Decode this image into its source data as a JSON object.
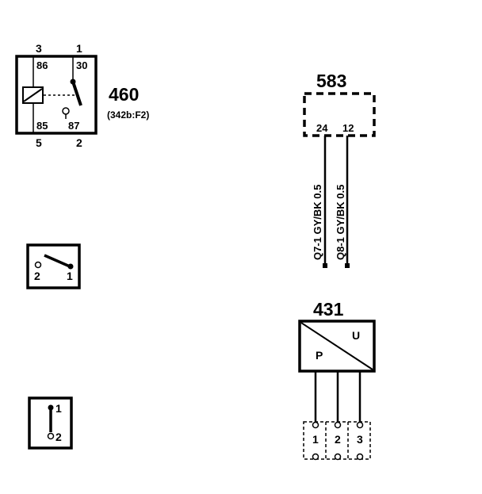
{
  "relay_460": {
    "id": "460",
    "ref": "(342b:F2)",
    "top_pins": [
      "3",
      "1"
    ],
    "bottom_pins": [
      "5",
      "2"
    ],
    "inner_top": [
      "86",
      "30"
    ],
    "inner_bottom": [
      "85",
      "87"
    ]
  },
  "switch_a": {
    "pins": [
      "2",
      "1"
    ]
  },
  "switch_b": {
    "pins": [
      "1",
      "2"
    ]
  },
  "connector_583": {
    "id": "583",
    "pins": [
      "24",
      "12"
    ],
    "wires": [
      "Q7-1  GY/BK 0.5",
      "Q8-1  GY/BK 0.5"
    ]
  },
  "sensor_431": {
    "id": "431",
    "label_u": "U",
    "label_p": "P",
    "pins": [
      "1",
      "2",
      "3"
    ]
  }
}
